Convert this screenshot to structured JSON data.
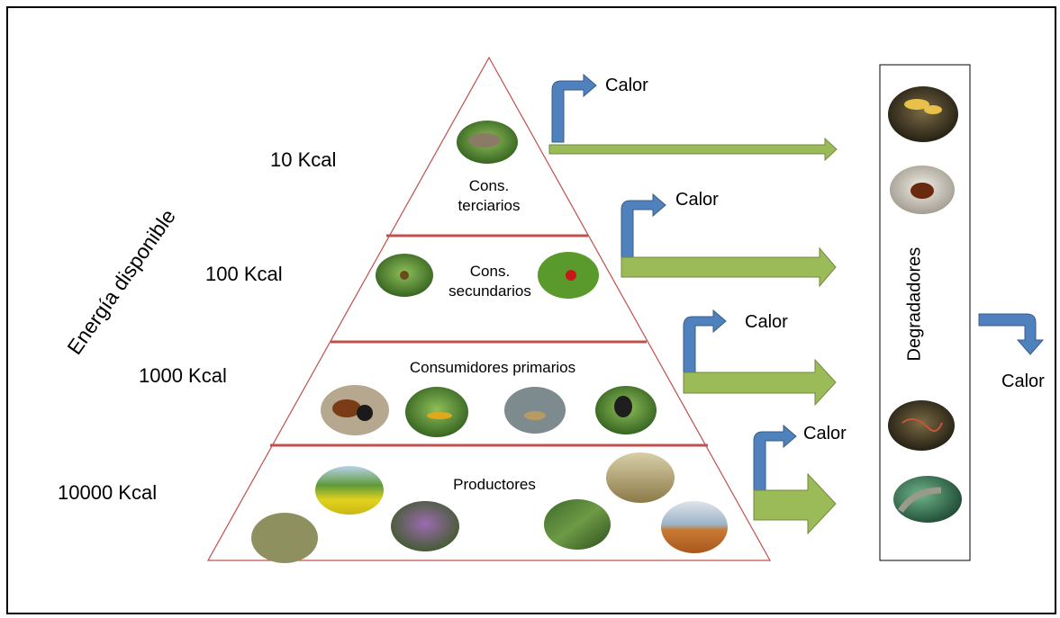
{
  "axis_label": "Energía disponible",
  "energy_levels": [
    "10 Kcal",
    "100 Kcal",
    "1000 Kcal",
    "10000 Kcal"
  ],
  "trophic_levels": {
    "tertiary_line1": "Cons.",
    "tertiary_line2": "terciarios",
    "secondary_line1": "Cons.",
    "secondary_line2": "secundarios",
    "primary": "Consumidores primarios",
    "producers": "Productores"
  },
  "heat_label": "Calor",
  "decomposers_label": "Degradadores",
  "colors": {
    "pyramid_outline": "#c0504d",
    "green_arrow": "#9bbb59",
    "blue_arrow": "#4f81bd"
  }
}
